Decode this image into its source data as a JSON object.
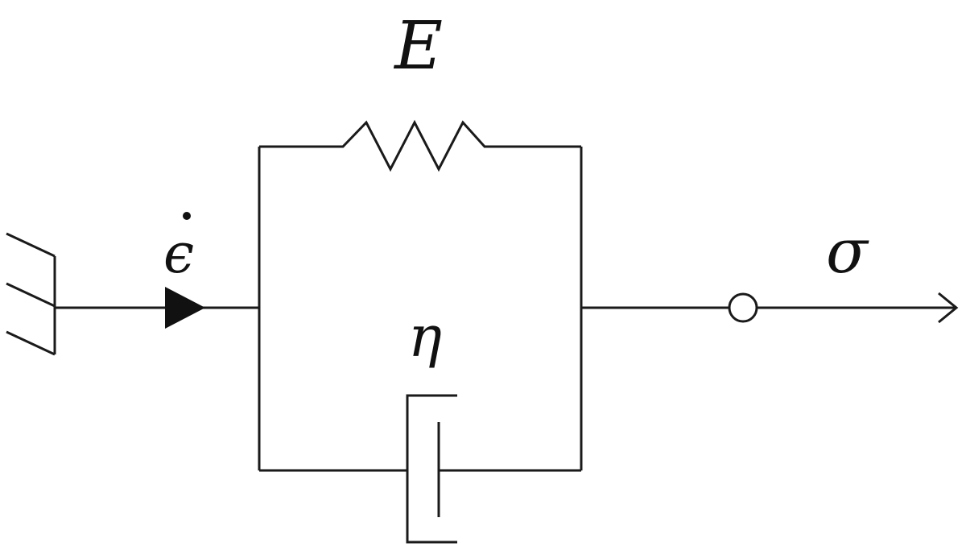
{
  "labels": {
    "spring": "E",
    "dashpot": "η",
    "strain_rate": "ϵ",
    "stress": "σ"
  },
  "colors": {
    "line": "#1a1a1a",
    "background": "#ffffff"
  }
}
